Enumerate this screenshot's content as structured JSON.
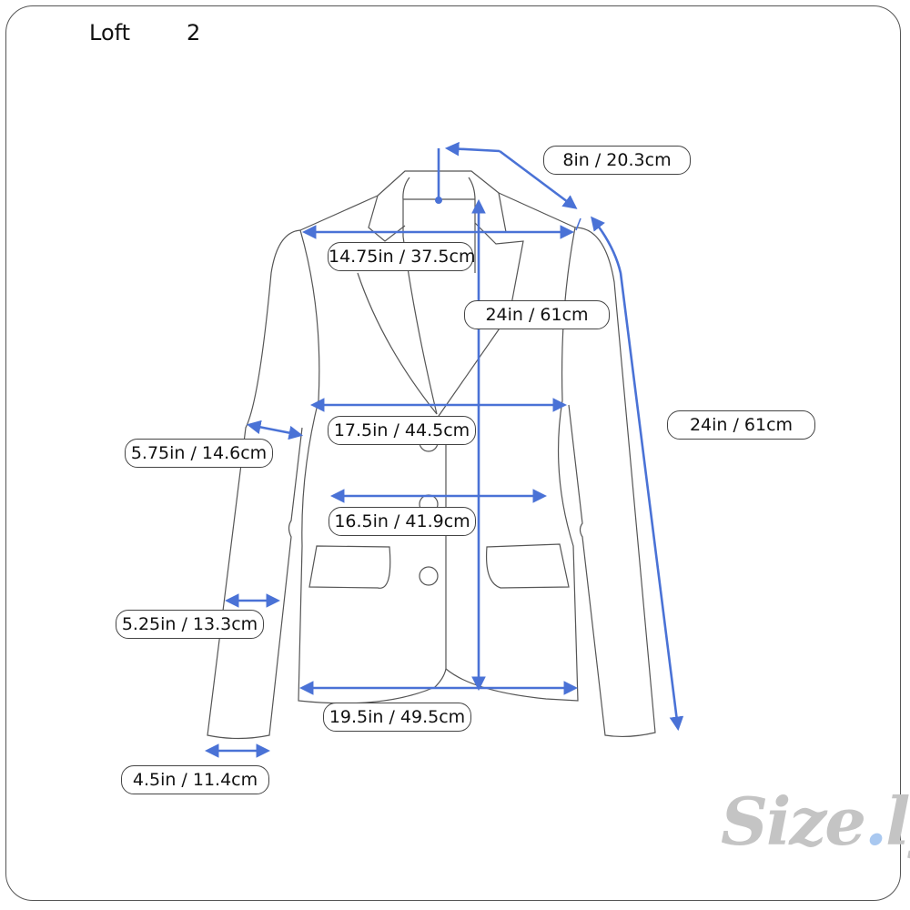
{
  "header": {
    "brand": "Loft",
    "size": "2"
  },
  "garment": {
    "type": "blazer",
    "line_color": "#555555",
    "measure_color": "#4a72d6"
  },
  "measurements": [
    {
      "id": "sleeve-top",
      "label": "8in / 20.3cm"
    },
    {
      "id": "shoulder-width",
      "label": "14.75in / 37.5cm"
    },
    {
      "id": "body-length",
      "label": "24in / 61cm"
    },
    {
      "id": "sleeve-length",
      "label": "24in / 61cm"
    },
    {
      "id": "chest-width",
      "label": "17.5in / 44.5cm"
    },
    {
      "id": "bicep-width",
      "label": "5.75in / 14.6cm"
    },
    {
      "id": "waist-width",
      "label": "16.5in / 41.9cm"
    },
    {
      "id": "forearm-width",
      "label": "5.25in / 13.3cm"
    },
    {
      "id": "hem-width",
      "label": "19.5in / 49.5cm"
    },
    {
      "id": "cuff-width",
      "label": "4.5in / 11.4cm"
    }
  ],
  "logo": {
    "text_main": "Size",
    "text_dot": ".",
    "text_end": "ly",
    "dot_color": "#a9c8f0"
  }
}
